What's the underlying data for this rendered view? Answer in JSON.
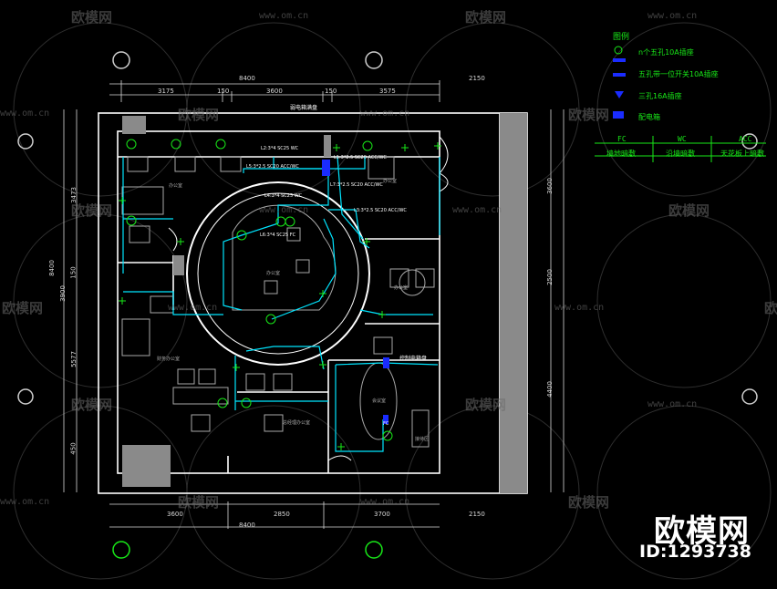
{
  "watermark": {
    "brand_cn": "欧模网",
    "url": "www.om.cn"
  },
  "corner_brand": {
    "name": "欧模网",
    "id": "ID:1293738"
  },
  "legend": {
    "title": "图例",
    "items": [
      {
        "label": "n个五孔10A插座",
        "icon": "socket-circle-icon"
      },
      {
        "label": "五孔带一位开关10A插座",
        "icon": "switched-socket-icon"
      },
      {
        "label": "三孔16A插座",
        "icon": "triangle-socket-icon"
      },
      {
        "label": "配电箱",
        "icon": "distribution-box-icon"
      }
    ],
    "codes": [
      {
        "code": "FC",
        "desc": "墙地暗敷"
      },
      {
        "code": "WC",
        "desc": "沿墙暗敷"
      },
      {
        "code": "ACC",
        "desc": "天花板上暗敷"
      }
    ]
  },
  "dimensions": {
    "top_total": "8400",
    "top_segments": [
      "3175",
      "150",
      "3600",
      "150",
      "3575"
    ],
    "top_right": "2150",
    "bottom_segments": [
      "3600",
      "2850",
      "3700"
    ],
    "bottom_right": "2150",
    "bottom_total": "8400",
    "left_outer": "8400",
    "left_segments": [
      "3473",
      "150",
      "5577"
    ],
    "left_bottom": "450",
    "left_mid": "3900",
    "right_segments": [
      "3600",
      "2500",
      "4400"
    ]
  },
  "annotations": {
    "panel_top": "弱电箱满盘",
    "panel_bottom": "控制电箱盘",
    "circuits": [
      "L2:3*4 SC25 WC",
      "L5:3*2.5 SC20 ACC/WC",
      "L1:3*2.5 SC20 ACC/WC",
      "L7:3*2.5 SC20 ACC/WC",
      "L4:3*4 SC25 WC",
      "L6:3*4 SC25 FC",
      "L3:3*2.5 SC20 ACC/WC"
    ],
    "fc_label": "FC",
    "rooms": [
      "办公室",
      "办公室",
      "办公室",
      "会议室",
      "财务办公室",
      "总经理办公室",
      "办公室",
      "接待区"
    ]
  },
  "colors": {
    "wall": "#ffffff",
    "wire": "#00e5ff",
    "socket": "#18e818",
    "panel": "#1a2cff",
    "furniture": "#a8a8a8",
    "dimension": "#d8d8d8",
    "watermark": "#6c6c6c"
  }
}
